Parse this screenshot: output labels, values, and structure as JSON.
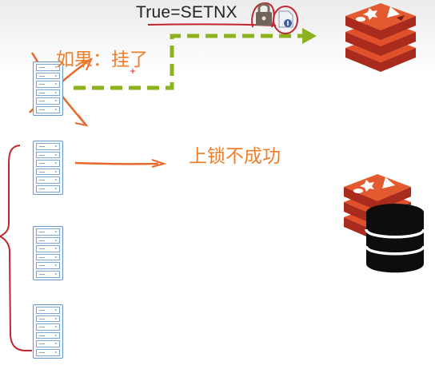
{
  "labels": {
    "setnx": "True=SETNX",
    "crash": "如果：挂了",
    "lock_fail": "上锁不成功"
  },
  "icons": {
    "lock": "padlock-icon",
    "file": "file-info-icon",
    "redis": "redis-logo-icon",
    "database": "database-icon",
    "server": "server-rack-icon"
  },
  "colors": {
    "accent_orange": "#f07f2a",
    "annotation_red": "#c0262d",
    "arrow_green": "#8cb31e",
    "redis_red": "#e0502a",
    "server_blue": "#6d97c4"
  }
}
